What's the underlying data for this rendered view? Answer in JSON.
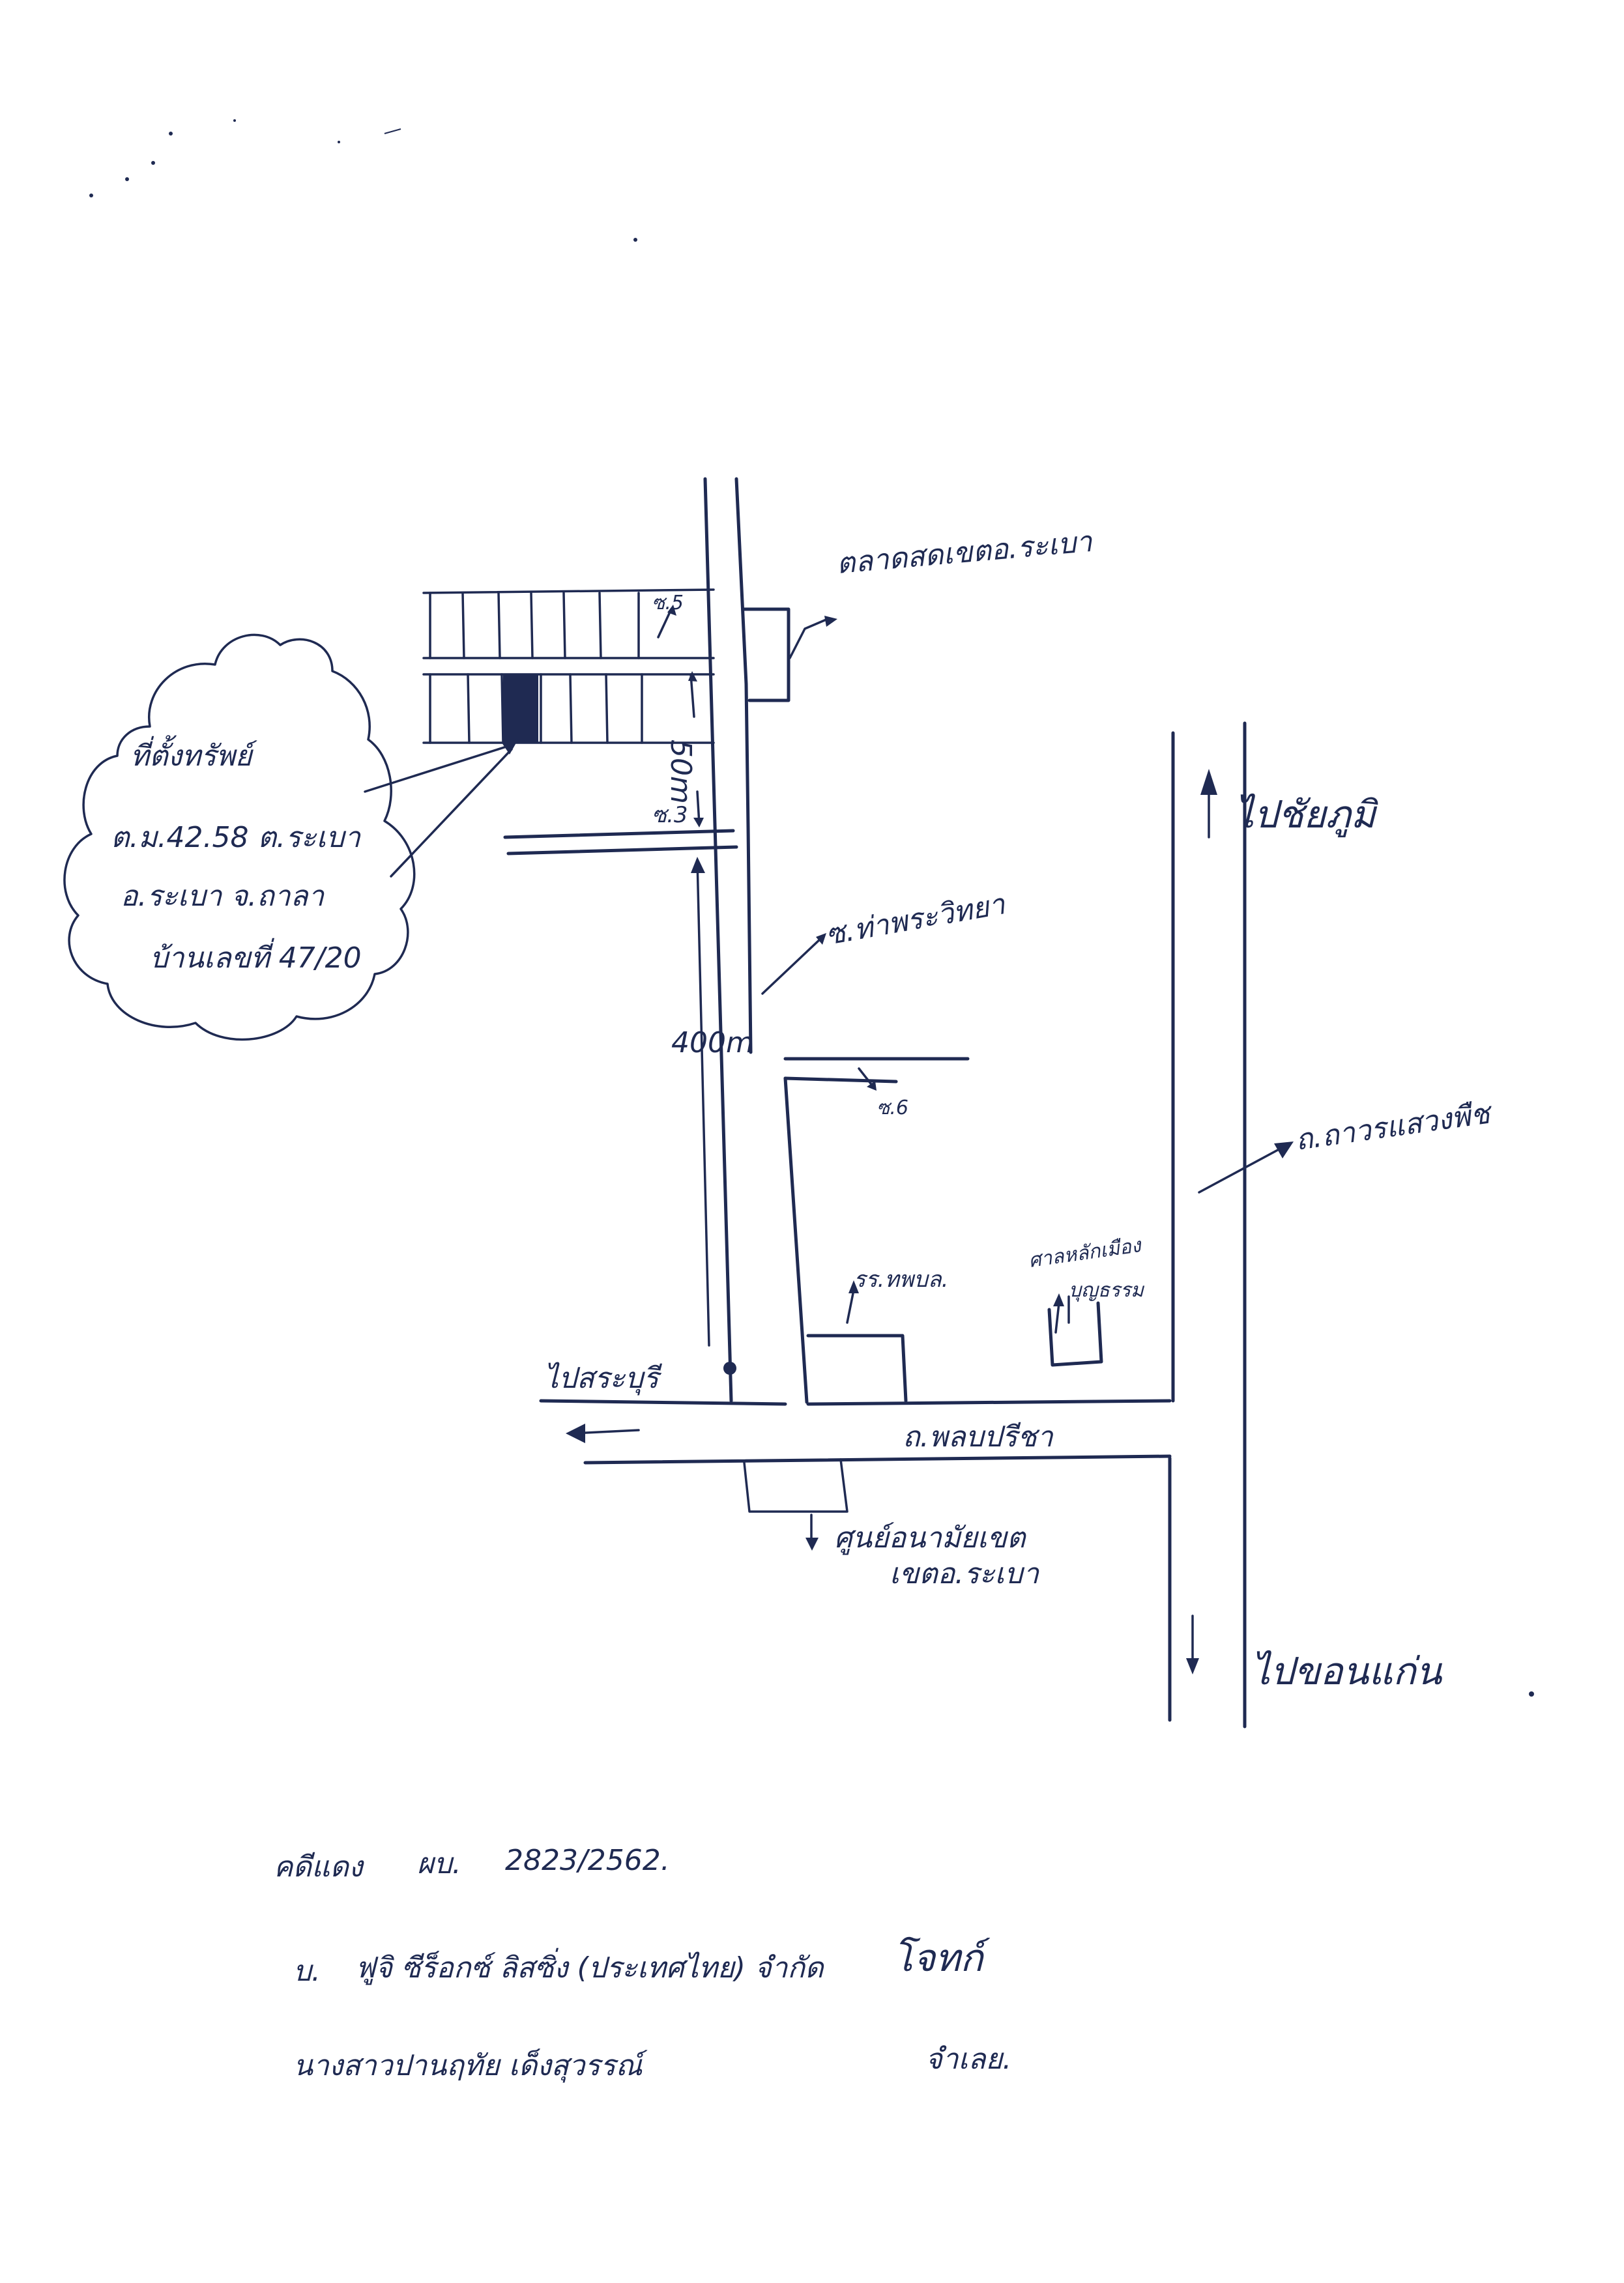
{
  "map": {
    "ink_color": "#1f2a52",
    "labels": {
      "soi_5": "ซ.5",
      "soi_3": "ซ.3",
      "soi_6": "ซ.6",
      "soi_tha_phra": "ซ.ท่าพระวิทยา",
      "distance_50m": "50m",
      "distance_400m": "400m",
      "to_chaiyaphum": "ไปชัยภูมิ",
      "to_khon_kaen": "ไปขอนแก่น",
      "to_saraburi": "ไปสระบุรี",
      "road_bottom": "ถ.พลบปรีชา",
      "road_right": "ถ.ถาวรแสวงพืช",
      "school": "รร.ทพบล.",
      "shrine_line1": "ศาลหลักเมือง",
      "shrine_line2": "บุญธรรม",
      "office": "ศูนย์อนามัยเขต",
      "office_line2": "เขตอ.ระเบา",
      "market": "ตลาดสดเขตอ.ระเบา"
    },
    "cloud": {
      "line1": "ที่ตั้งทรัพย์",
      "line2": "ต.ม.42.58 ต.ระเบา",
      "line3": "อ.ระเบา จ.ถาลา",
      "line4": "บ้านเลขที่ 47/20"
    }
  },
  "footer": {
    "line1_label": "คดีแดง",
    "line1_case": "ผบ.",
    "line1_number": "2823/2562.",
    "line2_prefix": "บ.",
    "line2_company": "ฟูจิ ซีร็อกซ์ ลิสซิ่ง (ประเทศไทย) จำกัด",
    "line2_role": "โจทก์",
    "line3_name": "นางสาวปานฤทัย เด็งสุวรรณ์",
    "line3_role": "จำเลย."
  }
}
